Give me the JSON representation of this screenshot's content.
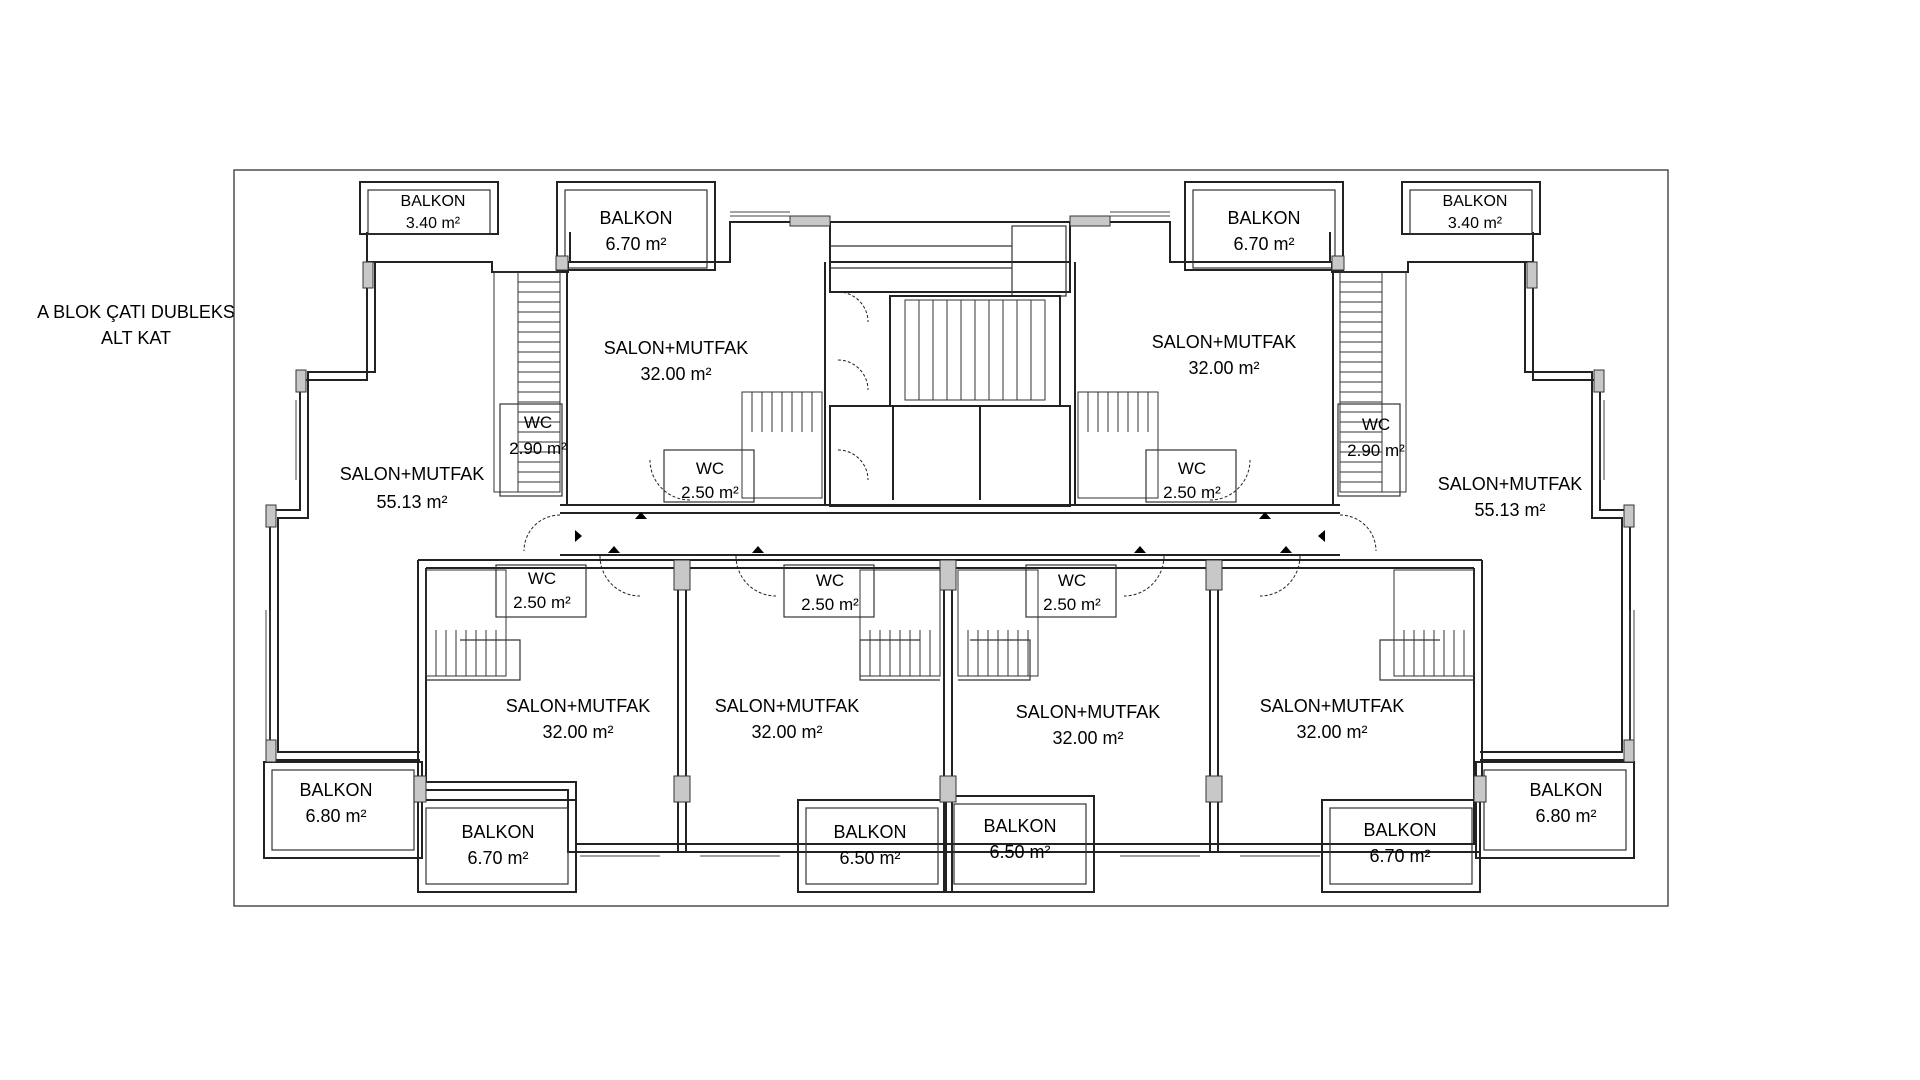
{
  "title": {
    "line1": "A BLOK ÇATI DUBLEKS",
    "line2": "ALT KAT"
  },
  "rooms": [
    {
      "id": "balkon-top-left-small",
      "name": "BALKON",
      "area": "3.40 m²"
    },
    {
      "id": "balkon-top-left",
      "name": "BALKON",
      "area": "6.70 m²"
    },
    {
      "id": "balkon-top-right",
      "name": "BALKON",
      "area": "6.70 m²"
    },
    {
      "id": "balkon-top-right-small",
      "name": "BALKON",
      "area": "3.40 m²"
    },
    {
      "id": "salon-top-left",
      "name": "SALON+MUTFAK",
      "area": "32.00 m²"
    },
    {
      "id": "salon-top-right",
      "name": "SALON+MUTFAK",
      "area": "32.00 m²"
    },
    {
      "id": "salon-left-large",
      "name": "SALON+MUTFAK",
      "area": "55.13 m²"
    },
    {
      "id": "salon-right-large",
      "name": "SALON+MUTFAK",
      "area": "55.13 m²"
    },
    {
      "id": "wc-left",
      "name": "WC",
      "area": "2.90 m²"
    },
    {
      "id": "wc-right",
      "name": "WC",
      "area": "2.90 m²"
    },
    {
      "id": "wc-top-left",
      "name": "WC",
      "area": "2.50 m²"
    },
    {
      "id": "wc-top-right",
      "name": "WC",
      "area": "2.50 m²"
    },
    {
      "id": "wc-bottom-1",
      "name": "WC",
      "area": "2.50 m²"
    },
    {
      "id": "wc-bottom-2",
      "name": "WC",
      "area": "2.50 m²"
    },
    {
      "id": "wc-bottom-3",
      "name": "WC",
      "area": "2.50 m²"
    },
    {
      "id": "salon-bottom-1",
      "name": "SALON+MUTFAK",
      "area": "32.00 m²"
    },
    {
      "id": "salon-bottom-2",
      "name": "SALON+MUTFAK",
      "area": "32.00 m²"
    },
    {
      "id": "salon-bottom-3",
      "name": "SALON+MUTFAK",
      "area": "32.00 m²"
    },
    {
      "id": "salon-bottom-4",
      "name": "SALON+MUTFAK",
      "area": "32.00 m²"
    },
    {
      "id": "balkon-bottom-left-corner",
      "name": "BALKON",
      "area": "6.80 m²"
    },
    {
      "id": "balkon-bottom-1",
      "name": "BALKON",
      "area": "6.70 m²"
    },
    {
      "id": "balkon-bottom-2",
      "name": "BALKON",
      "area": "6.50 m²"
    },
    {
      "id": "balkon-bottom-3",
      "name": "BALKON",
      "area": "6.50 m²"
    },
    {
      "id": "balkon-bottom-4",
      "name": "BALKON",
      "area": "6.70 m²"
    },
    {
      "id": "balkon-bottom-right-corner",
      "name": "BALKON",
      "area": "6.80 m²"
    }
  ]
}
